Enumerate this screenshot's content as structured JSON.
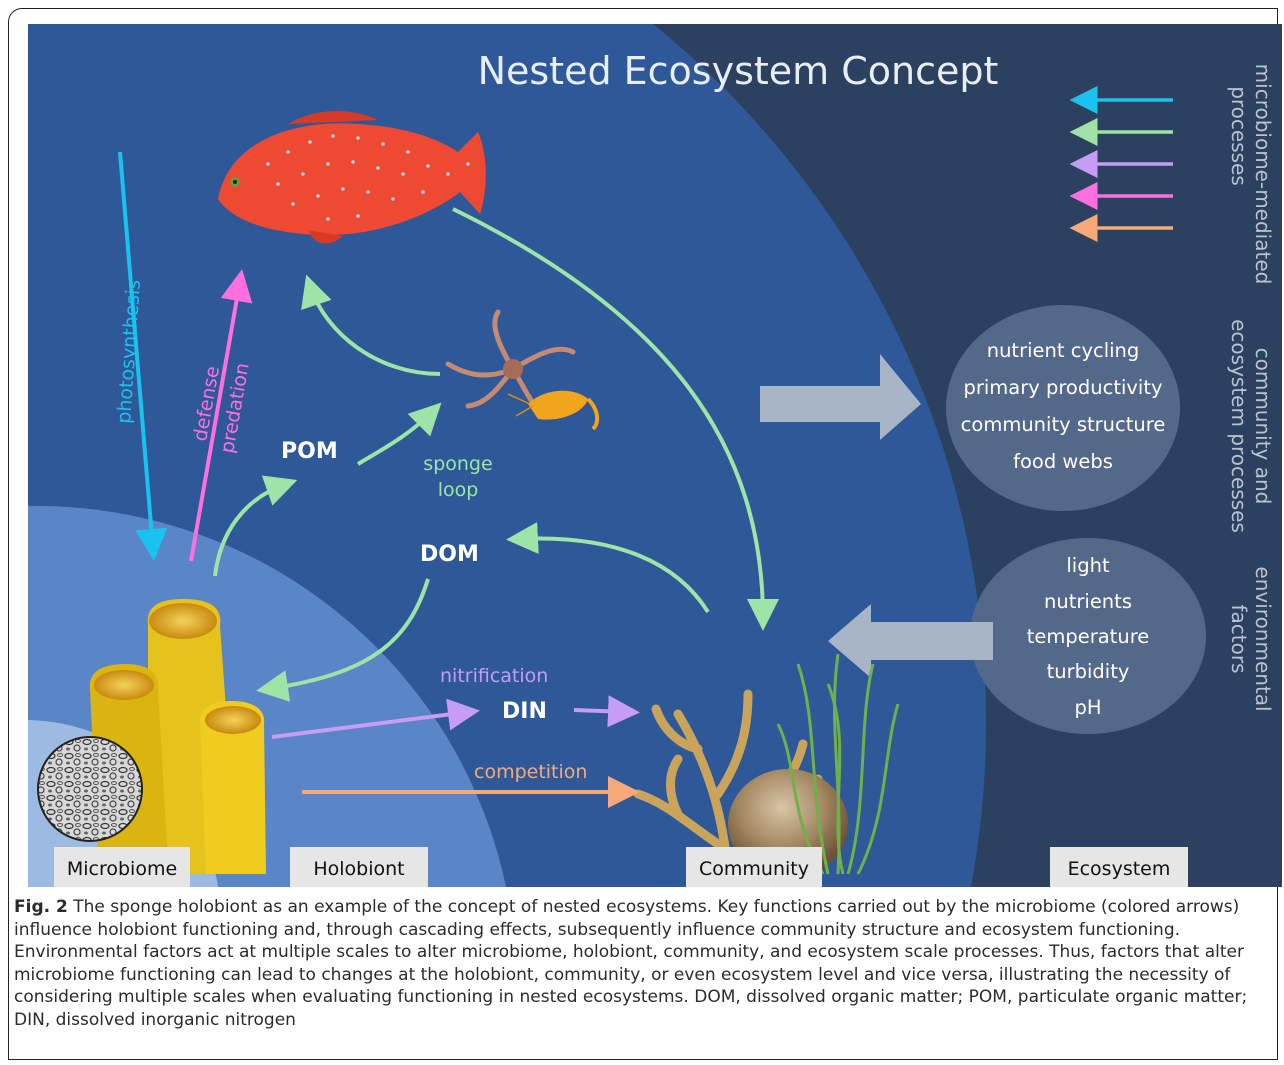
{
  "title": "Nested Ecosystem Concept",
  "scale_labels": {
    "microbiome": "Microbiome",
    "holobiont": "Holobiont",
    "community": "Community",
    "ecosystem": "Ecosystem"
  },
  "process_labels": {
    "photosynthesis": "photosynthesis",
    "defense": "defense",
    "predation": "predation",
    "pom": "POM",
    "dom": "DOM",
    "din": "DIN",
    "sponge_loop_1": "sponge",
    "sponge_loop_2": "loop",
    "nitrification": "nitrification",
    "competition": "competition"
  },
  "community_processes": {
    "items": [
      "nutrient cycling",
      "primary productivity",
      "community structure",
      "food webs"
    ],
    "side_label_1": "community and",
    "side_label_2": "ecosystem processes"
  },
  "environmental_factors": {
    "items": [
      "light",
      "nutrients",
      "temperature",
      "turbidity",
      "pH"
    ],
    "side_label_1": "environmental",
    "side_label_2": "factors"
  },
  "legend": {
    "label_1": "microbiome-mediated",
    "label_2": "processes"
  },
  "colors": {
    "ecosystem_bg": "#2c4060",
    "community_bg": "#2e5898",
    "holobiont_bg": "#5a86c8",
    "microbiome_bg": "#9dbbe2",
    "photosynthesis": "#19c3ee",
    "sponge_loop": "#9fe3a6",
    "nitrification": "#c69cf4",
    "defense": "#ff6fe0",
    "competition": "#f7a978",
    "sponge": "#e6c21c",
    "fish": "#ee4a33",
    "ellipse": "#54698a",
    "big_arrow": "#a7b5c6"
  },
  "caption": {
    "lead": "Fig. 2",
    "text": "The sponge holobiont as an example of the concept of nested ecosystems. Key functions carried out by the microbiome (colored arrows) influence holobiont functioning and, through cascading effects, subsequently influence community structure and ecosystem functioning. Environmental factors act at multiple scales to alter microbiome, holobiont, community, and ecosystem scale processes. Thus, factors that alter microbiome functioning can lead to changes at the holobiont, community, or even ecosystem level and vice versa, illustrating the necessity of considering multiple scales when evaluating functioning in nested ecosystems. DOM, dissolved organic matter; POM, particulate organic matter; DIN, dissolved inorganic nitrogen"
  }
}
